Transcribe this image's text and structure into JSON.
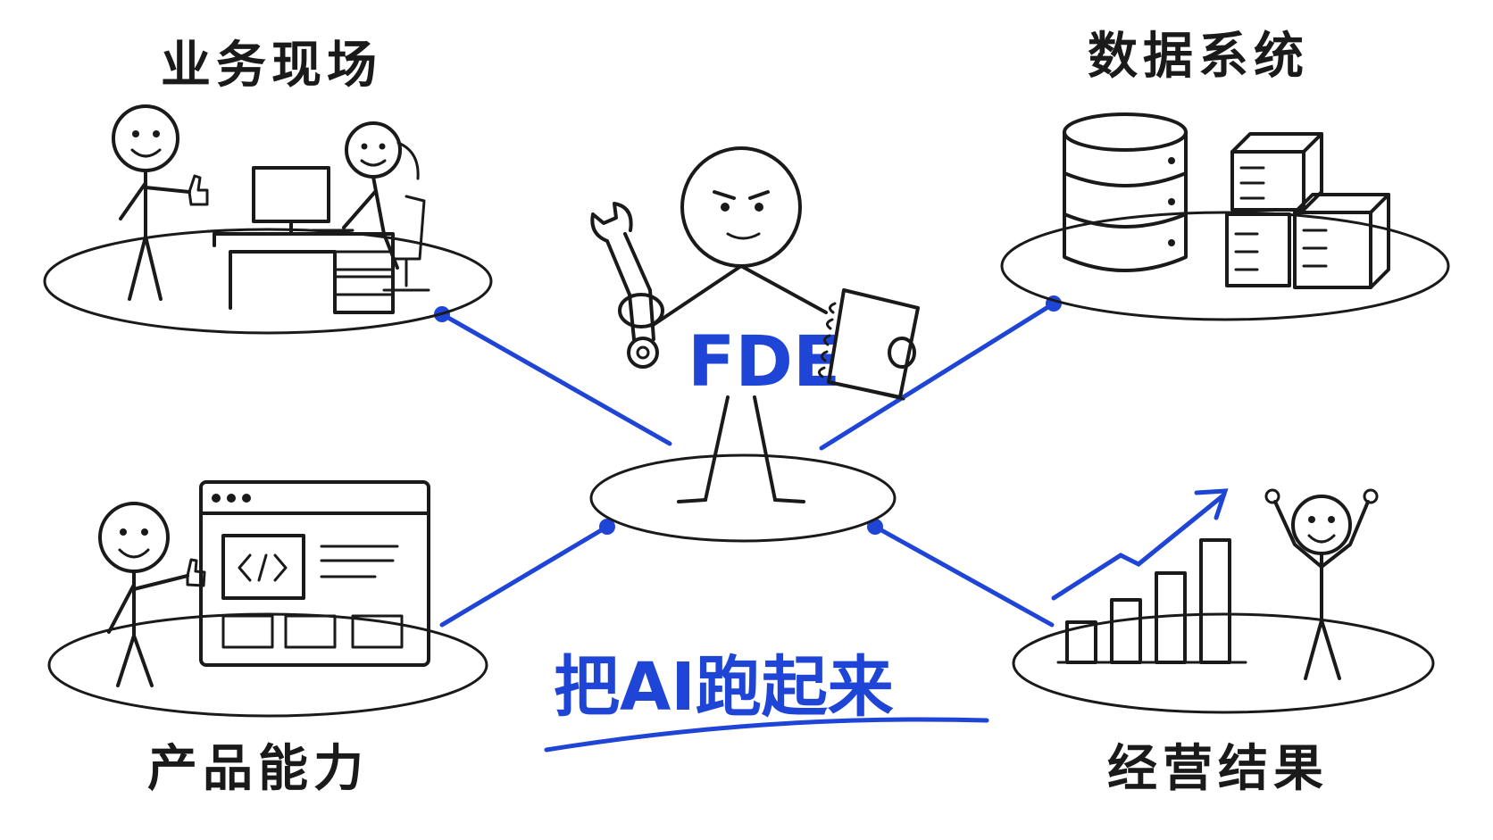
{
  "diagram": {
    "center": {
      "label": "FDE",
      "slogan": "把AI跑起来"
    },
    "nodes": [
      {
        "id": "business",
        "label": "业务现场"
      },
      {
        "id": "data",
        "label": "数据系统"
      },
      {
        "id": "product",
        "label": "产品能力"
      },
      {
        "id": "results",
        "label": "经营结果"
      }
    ]
  },
  "colors": {
    "accent": "#1f45d6",
    "ink": "#1a1a1a",
    "background": "#ffffff"
  },
  "icons": [
    "wrench-icon",
    "notebook-icon",
    "database-icon",
    "server-box-icon",
    "desk-computer-icon",
    "code-window-icon",
    "bar-chart-icon",
    "trend-arrow-icon",
    "stick-figure-icon"
  ]
}
